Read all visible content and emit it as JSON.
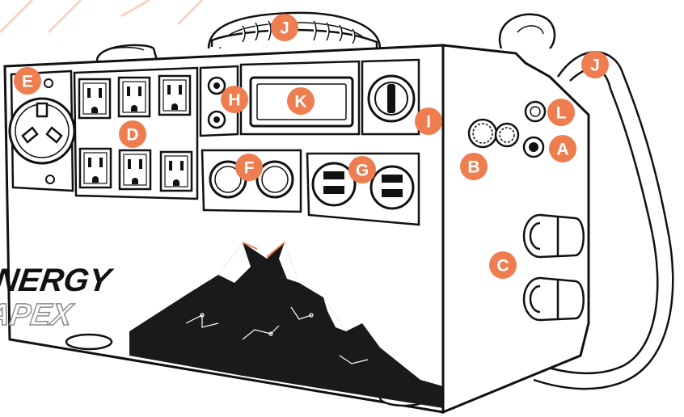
{
  "brand": {
    "name": "INERGY",
    "model": "APEX"
  },
  "callout_color": "#ee7d50",
  "callouts": {
    "A": "A",
    "B": "B",
    "C": "C",
    "D": "D",
    "E": "E",
    "F": "F",
    "G": "G",
    "H": "H",
    "I": "I",
    "J_top": "J",
    "J_side": "J",
    "K": "K",
    "L": "L"
  },
  "icons": [
    "ac-outlet-icon",
    "rv-outlet-icon",
    "usb-port-icon",
    "anderson-port-icon",
    "cigarette-socket-icon",
    "power-switch-icon",
    "mountain-graphic-icon"
  ]
}
